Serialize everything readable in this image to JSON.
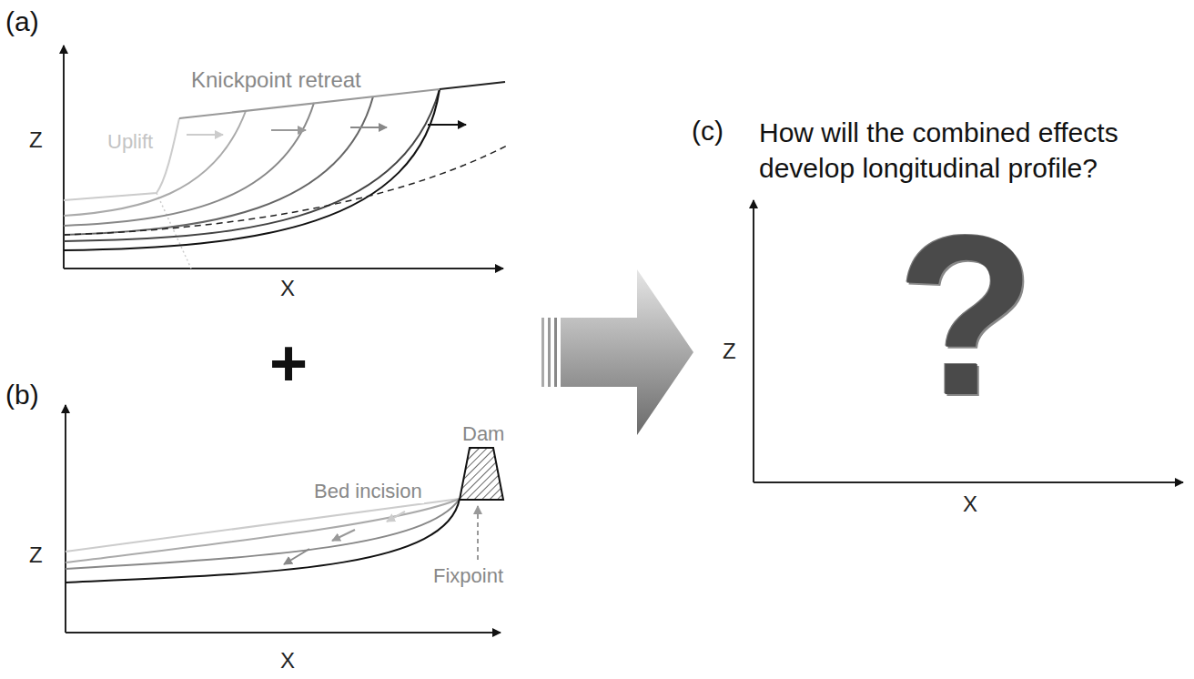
{
  "diagram": {
    "labels": [
      "(a)",
      "Knickpoint retreat",
      "Uplift",
      "Z",
      "X",
      "+",
      "(b)",
      "Dam",
      "Bed incision",
      "Fixpoint",
      "Z",
      "X",
      "(c)",
      "How will the combined effects develop longitudinal profile?",
      "Z",
      "X",
      "?"
    ]
  }
}
